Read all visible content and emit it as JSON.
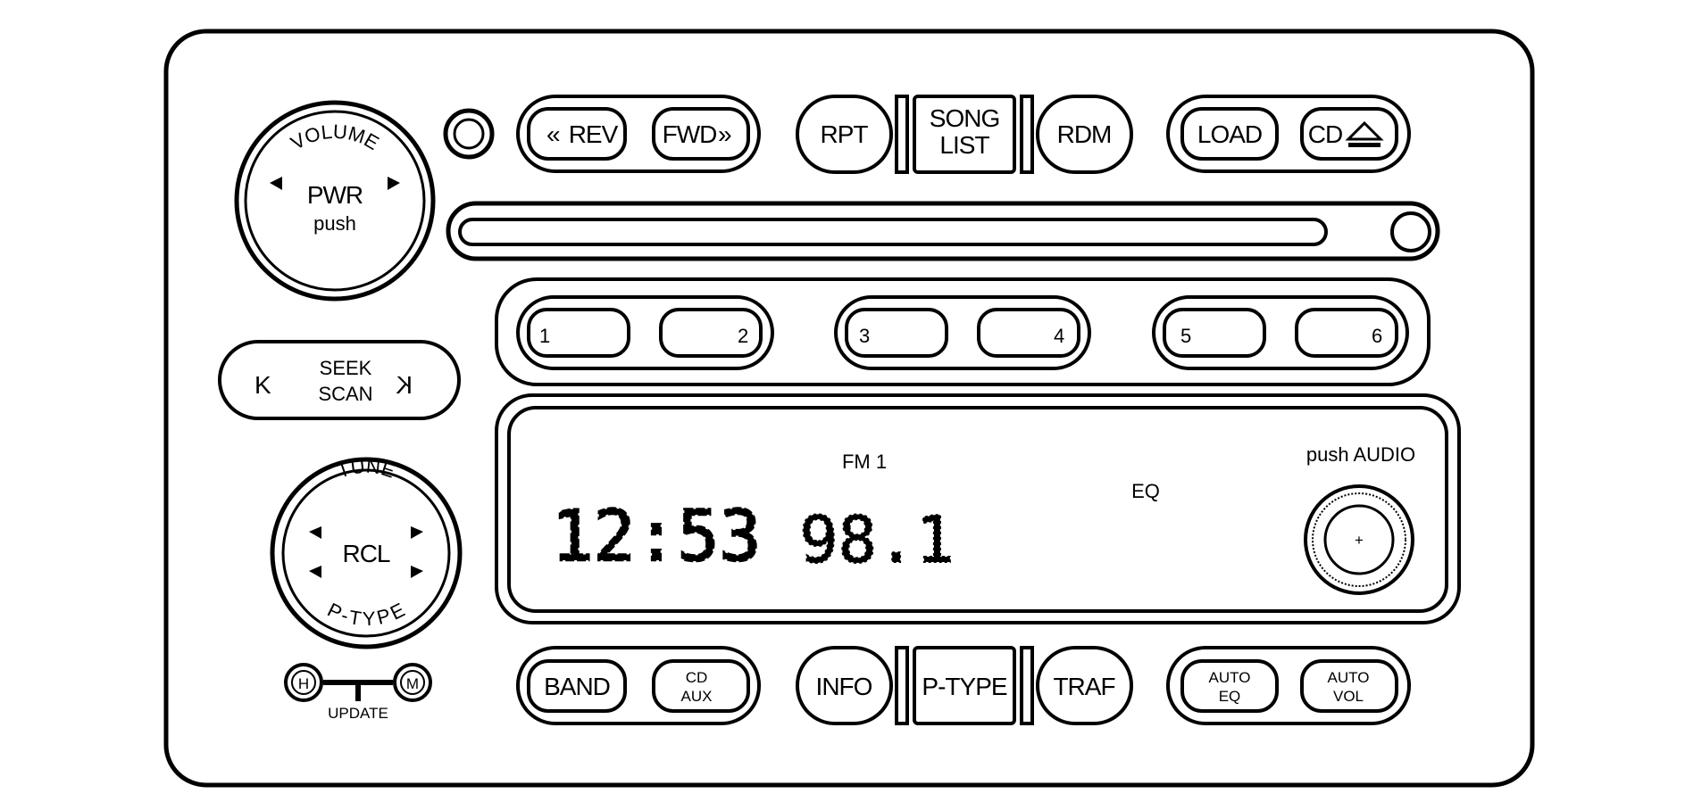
{
  "volume_knob": {
    "arc_label": "VOLUME",
    "label_line1": "PWR",
    "label_line2": "push"
  },
  "top_buttons": {
    "rev": "REV",
    "fwd": "FWD",
    "rpt": "RPT",
    "song_list_line1": "SONG",
    "song_list_line2": "LIST",
    "rdm": "RDM",
    "load": "LOAD",
    "cd_eject": "CD"
  },
  "presets": [
    "1",
    "2",
    "3",
    "4",
    "5",
    "6"
  ],
  "seek_scan": {
    "line1": "SEEK",
    "line2": "SCAN",
    "prev_glyph": "K",
    "next_glyph": "K"
  },
  "display": {
    "band": "FM 1",
    "eq": "EQ",
    "clock": "12:53",
    "frequency": "98.1"
  },
  "audio_knob": {
    "label": "push AUDIO"
  },
  "tune_knob": {
    "arc_label": "TUNE",
    "center_label": "RCL",
    "arc_label_bottom": "P-TYPE"
  },
  "clock_set": {
    "hour": "H",
    "minute": "M",
    "update": "UPDATE"
  },
  "bottom_buttons": {
    "band": "BAND",
    "cd_aux_line1": "CD",
    "cd_aux_line2": "AUX",
    "info": "INFO",
    "ptype": "P-TYPE",
    "traf": "TRAF",
    "auto_eq_line1": "AUTO",
    "auto_eq_line2": "EQ",
    "auto_vol_line1": "AUTO",
    "auto_vol_line2": "VOL"
  }
}
